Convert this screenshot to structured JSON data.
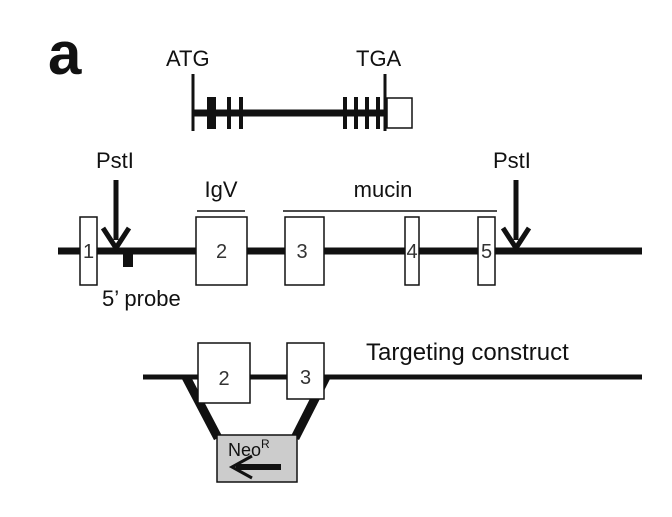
{
  "panel": {
    "letter": "a"
  },
  "cdna": {
    "start_codon": "ATG",
    "stop_codon": "TGA"
  },
  "locus": {
    "left_site": "PstI",
    "right_site": "PstI",
    "probe": "5’ probe",
    "igv_domain": "IgV",
    "mucin_domain": "mucin",
    "exons": [
      "1",
      "2",
      "3",
      "4",
      "5"
    ]
  },
  "construct": {
    "title": "Targeting construct",
    "exons": [
      "2",
      "3"
    ],
    "cassette": "Neo",
    "cassette_superscript": "R"
  },
  "colors": {
    "ink": "#111111",
    "box_fill": "#ffffff",
    "cassette_fill": "#cccccc"
  }
}
